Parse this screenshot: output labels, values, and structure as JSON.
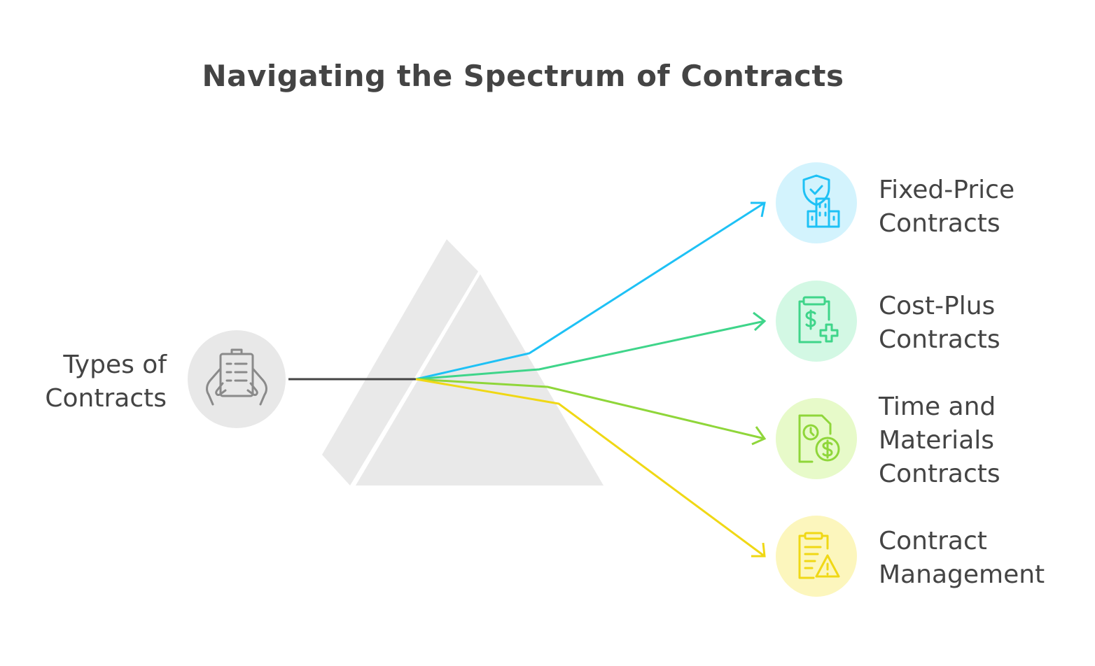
{
  "title": "Navigating the Spectrum of Contracts",
  "source": {
    "label_lines": [
      "Types of",
      "Contracts"
    ],
    "icon": "hands-holding-document-icon",
    "color": "#8a8a8a",
    "circle_color": "#e8e8e8"
  },
  "outputs": [
    {
      "label_lines": [
        "Fixed-Price",
        "Contracts"
      ],
      "icon": "shield-building-icon",
      "color": "#1ec1f5",
      "circle_color": "#d3f3fd"
    },
    {
      "label_lines": [
        "Cost-Plus",
        "Contracts"
      ],
      "icon": "clipboard-dollar-plus-icon",
      "color": "#3fd58a",
      "circle_color": "#d3f8e4"
    },
    {
      "label_lines": [
        "Time and",
        "Materials",
        "Contracts"
      ],
      "icon": "clock-dollar-document-icon",
      "color": "#8fd63a",
      "circle_color": "#e7fac9"
    },
    {
      "label_lines": [
        "Contract",
        "Management"
      ],
      "icon": "clipboard-warning-icon",
      "color": "#f0d815",
      "circle_color": "#fcf6bd"
    }
  ]
}
